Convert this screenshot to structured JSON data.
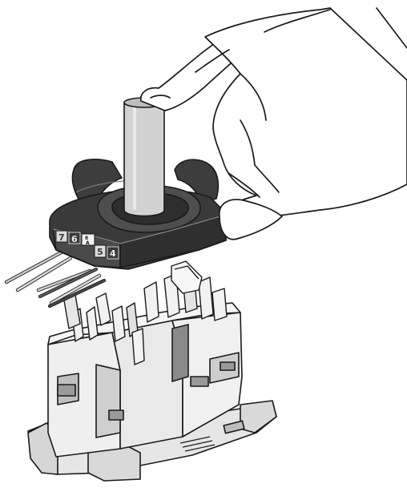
{
  "cap": {
    "pin_labels": {
      "left_outer": "7",
      "left_inner": "6",
      "top_small": "8",
      "center_small": "A",
      "right_inner": "5",
      "right_outer": "4"
    }
  },
  "colors": {
    "outline": "#1a1a1a",
    "cap_body": "#3d3d3d",
    "cap_face": "#4a4a4a",
    "cable": "#d2d2d2",
    "wire_light": "#bdbdbd",
    "wire_dark": "#5a5a5a",
    "connector_body": "#efefef",
    "connector_shadow": "#bfbfbf",
    "connector_dark": "#8a8a8a",
    "hand_fill": "#ffffff"
  }
}
